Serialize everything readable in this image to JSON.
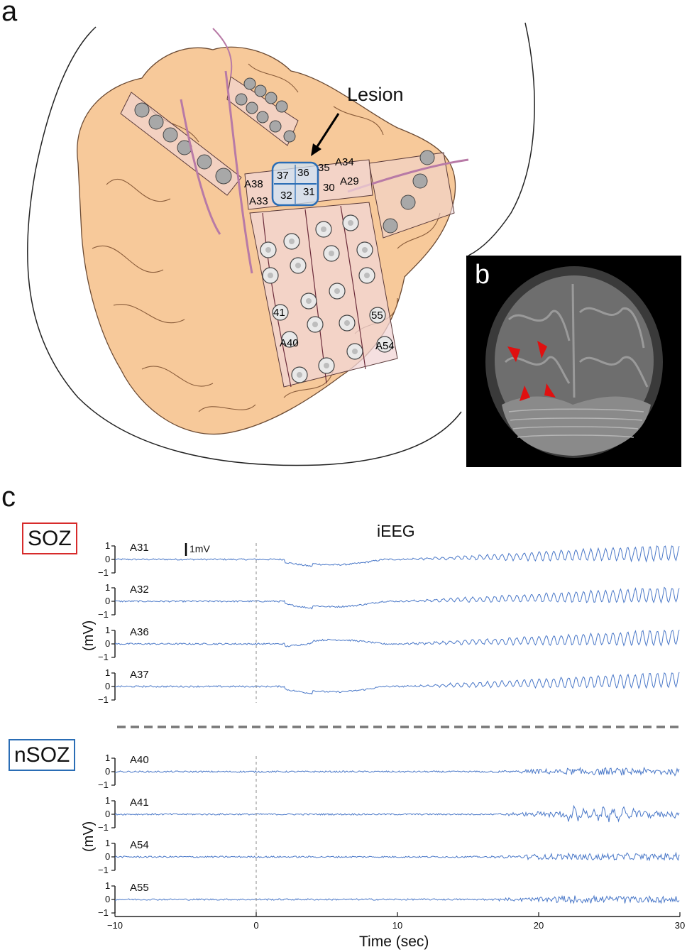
{
  "figure": {
    "panel_a": "a",
    "panel_b": "b",
    "panel_c": "c",
    "lesion_label": "Lesion",
    "electrode_labels": [
      {
        "text": "A38",
        "pos": "grid-strip"
      },
      {
        "text": "37"
      },
      {
        "text": "36"
      },
      {
        "text": "35"
      },
      {
        "text": "A34"
      },
      {
        "text": "A33"
      },
      {
        "text": "32"
      },
      {
        "text": "31"
      },
      {
        "text": "30"
      },
      {
        "text": "A29"
      },
      {
        "text": "41"
      },
      {
        "text": "55"
      },
      {
        "text": "A40"
      },
      {
        "text": "A54"
      }
    ],
    "lesion_outline_color": "#2a6db5",
    "mri_arrow_color": "#e01010"
  },
  "soz_label": "SOZ",
  "nsoz_label": "nSOZ",
  "soz_color": "#d72b2b",
  "nsoz_color": "#2a6db5",
  "chart_data": {
    "type": "line",
    "title": "iEEG",
    "xlabel": "Time (sec)",
    "ylabel": "(mV)",
    "scale_bar": "1mV",
    "xlim": [
      -10,
      30
    ],
    "x_ticks": [
      "−10",
      "0",
      "10",
      "20",
      "30"
    ],
    "ylim": [
      -1,
      1
    ],
    "y_ticks": [
      "1",
      "0",
      "−1"
    ],
    "onset_marker_x": 0,
    "line_color": "#4a78c8",
    "groups": [
      {
        "name": "SOZ",
        "channels": [
          "A31",
          "A32",
          "A36",
          "A37"
        ]
      },
      {
        "name": "nSOZ",
        "channels": [
          "A40",
          "A41",
          "A54",
          "A55"
        ]
      }
    ]
  }
}
